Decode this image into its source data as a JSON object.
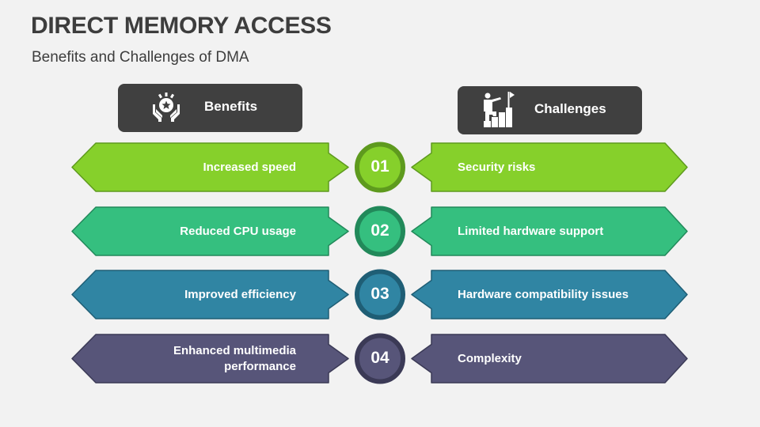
{
  "title": "DIRECT MEMORY ACCESS",
  "subtitle": "Benefits and Challenges of DMA",
  "headers": {
    "benefits": {
      "label": "Benefits",
      "icon": "hands-star-icon"
    },
    "challenges": {
      "label": "Challenges",
      "icon": "person-climbing-stairs-flag-icon"
    }
  },
  "rows": [
    {
      "number": "01",
      "benefit": "Increased speed",
      "challenge": "Security risks",
      "color": "#86d02b",
      "border": "#5e9a1e"
    },
    {
      "number": "02",
      "benefit": "Reduced CPU usage",
      "challenge": "Limited hardware support",
      "color": "#35bf7f",
      "border": "#22895a"
    },
    {
      "number": "03",
      "benefit": "Improved efficiency",
      "challenge": "Hardware compatibility issues",
      "color": "#3085a3",
      "border": "#1f5e75"
    },
    {
      "number": "04",
      "benefit": "Enhanced multimedia performance",
      "challenge": "Complexity",
      "color": "#575579",
      "border": "#3b3a56"
    }
  ]
}
